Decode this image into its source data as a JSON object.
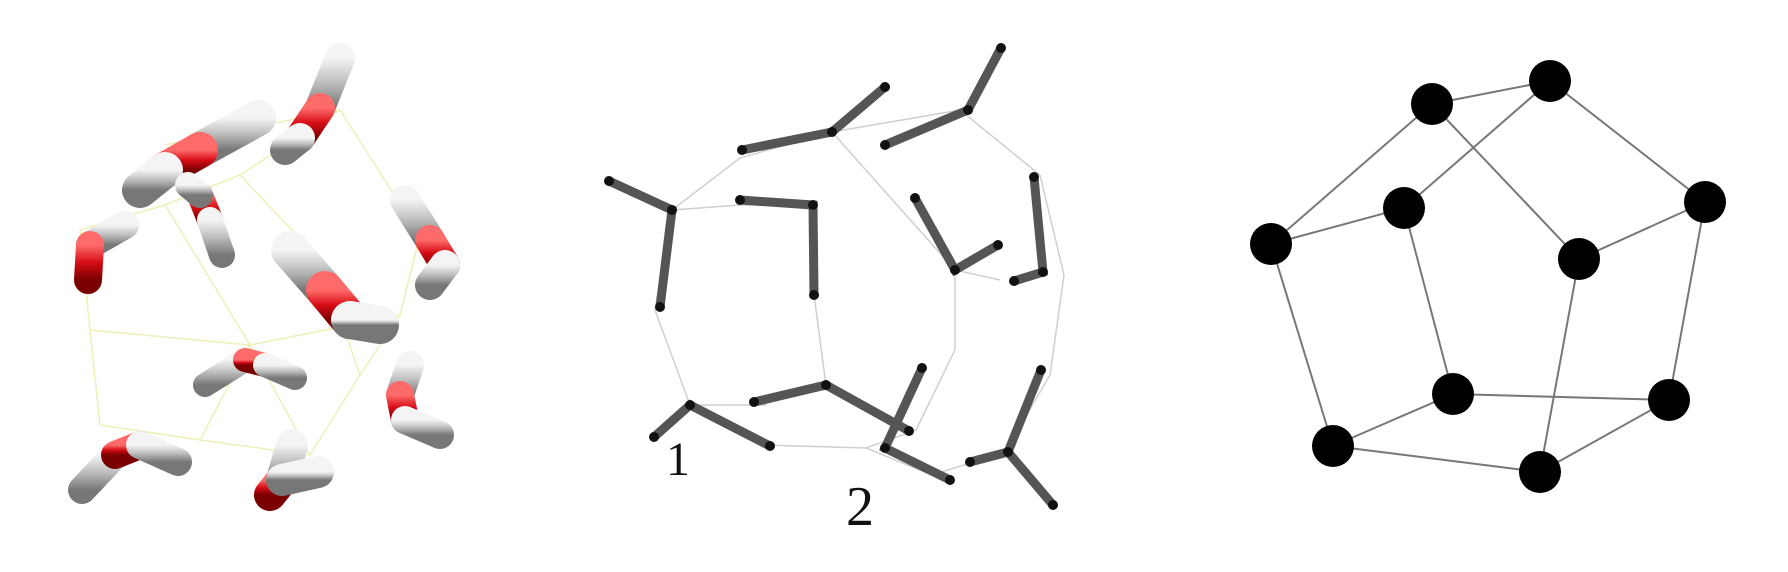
{
  "panels": [
    {
      "id": "ball-and-stick"
    },
    {
      "id": "stick-network",
      "labels": [
        "1",
        "2"
      ]
    },
    {
      "id": "graph"
    }
  ],
  "colors": {
    "oxygen": "#e01018",
    "hydrogen": "#c8c8c8",
    "hbond_left": "#f0f0b0",
    "stick": "#555555",
    "thin_line": "#cfcfcf",
    "node": "#000000",
    "edge": "#777777"
  }
}
